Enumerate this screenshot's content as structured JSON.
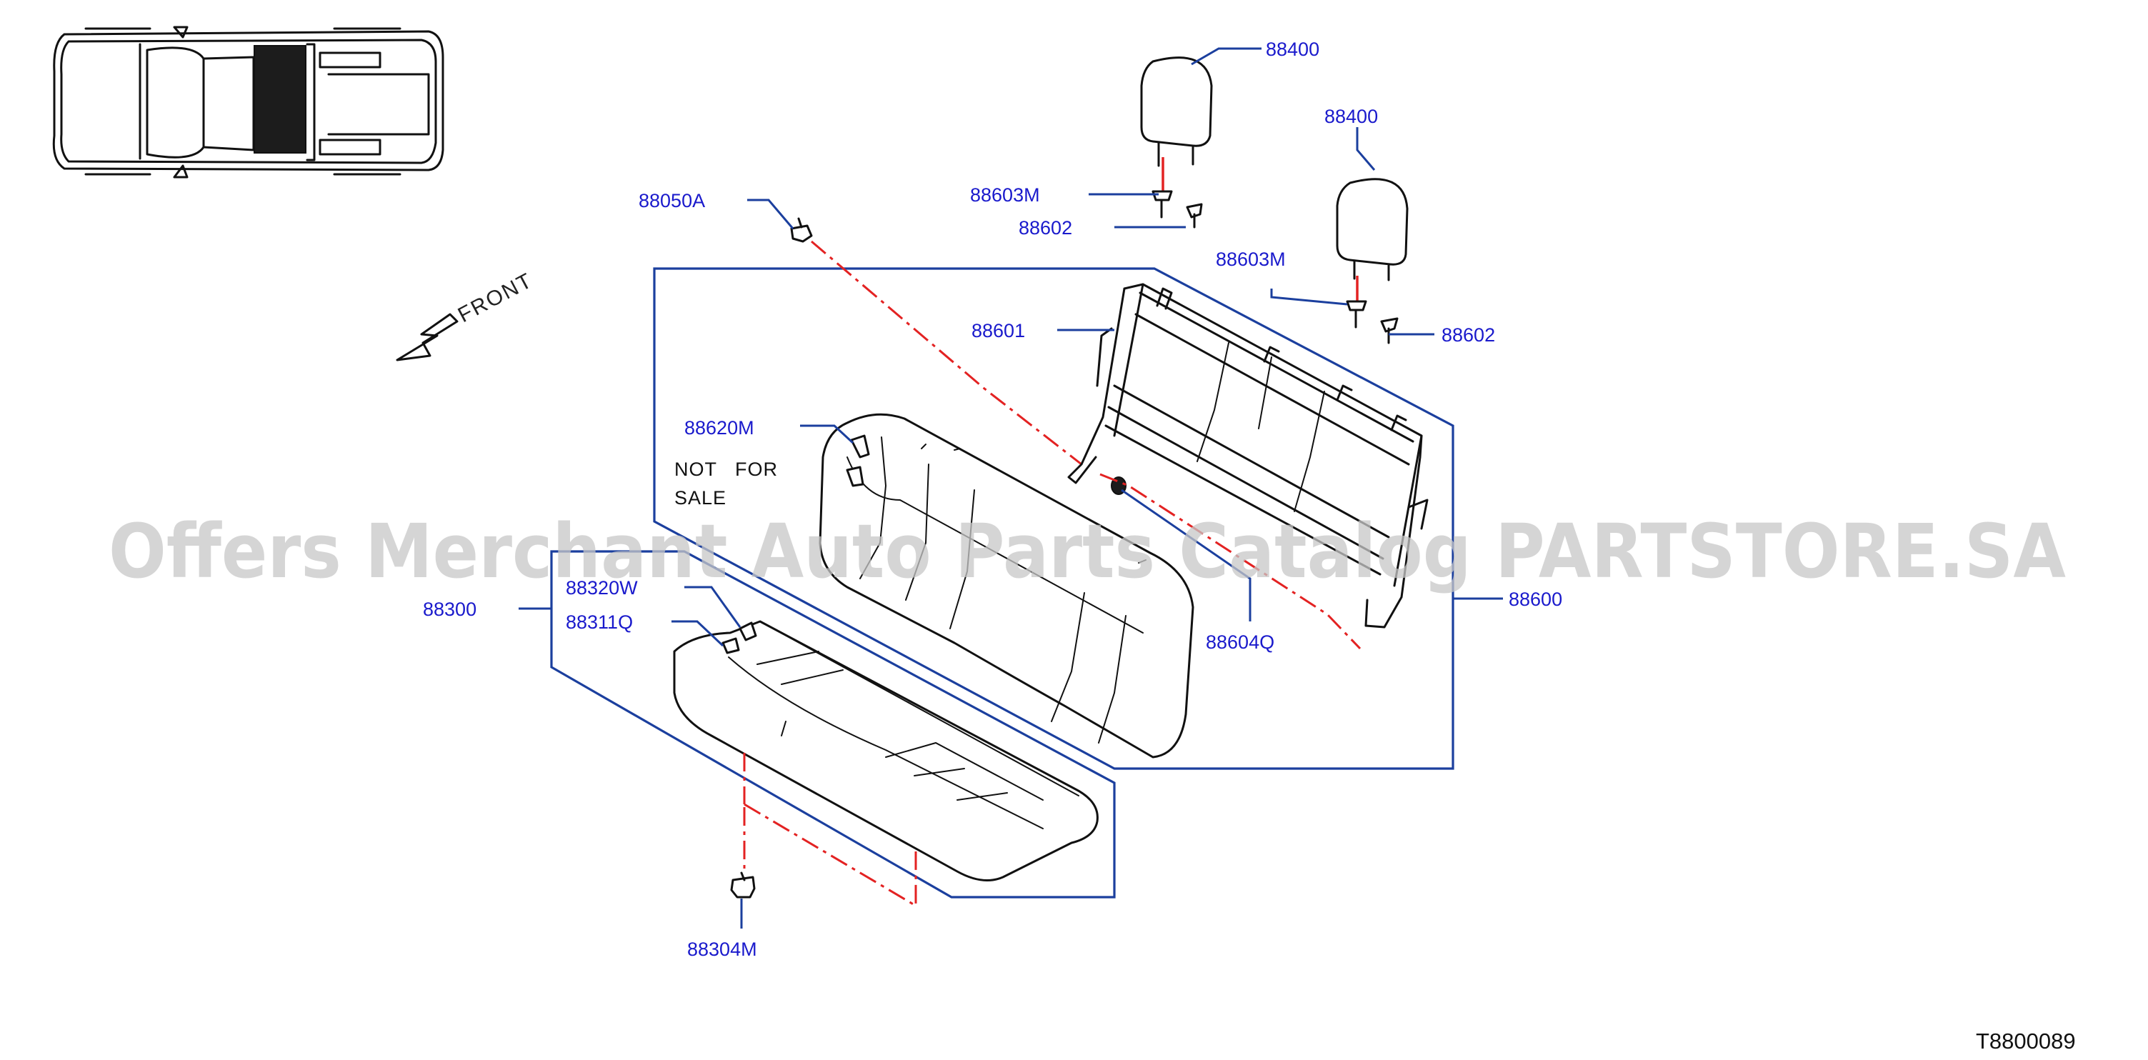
{
  "diagram": {
    "parts": {
      "p88400a": "88400",
      "p88400b": "88400",
      "p88603Ma": "88603M",
      "p88602a": "88602",
      "p88603Mb": "88603M",
      "p88602b": "88602",
      "p88050A": "88050A",
      "p88601": "88601",
      "p88620M": "88620M",
      "p88320W": "88320W",
      "p88311Q": "88311Q",
      "p88300": "88300",
      "p88600": "88600",
      "p88604Q": "88604Q",
      "p88304M": "88304M"
    },
    "note_line1": "NOT   FOR",
    "note_line2": "SALE",
    "front_label": "FRONT",
    "watermark": "Offers Merchant Auto Parts Catalog PARTSTORE.SA",
    "diagram_code": "T8800089"
  },
  "colors": {
    "label_blue": "#1a1acc",
    "leader_blue": "#1b3f9e",
    "dash_red": "#e32222",
    "ink": "#111111",
    "watermark_gray": "#c8c8c8"
  }
}
